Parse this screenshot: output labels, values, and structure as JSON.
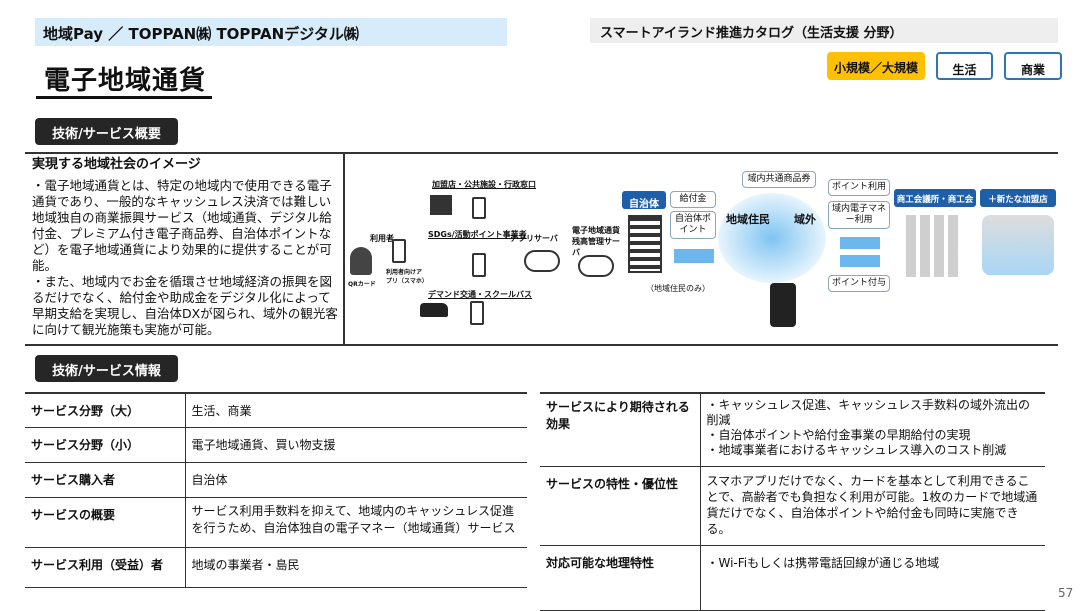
{
  "header": {
    "company": "地域Pay ／ TOPPAN㈱ TOPPANデジタル㈱",
    "catalog": "スマートアイランド推進カタログ（生活支援 分野）",
    "title": "電子地域通貨"
  },
  "tags": {
    "scale": "小規模／大規模",
    "life": "生活",
    "commerce": "商業"
  },
  "badges": {
    "overview": "技術/サービス概要",
    "info": "技術/サービス情報"
  },
  "overview": {
    "heading": "実現する地域社会のイメージ",
    "bullets": [
      "・電子地域通貨とは、特定の地域内で使用できる電子通貨であり、一般的なキャッシュレス決済では難しい地域独自の商業振興サービス（地域通貨、デジタル給付金、プレミアム付き電子商品券、自治体ポイントなど）を電子地域通貨により効果的に提供することが可能。",
      "・また、地域内でお金を循環させ地域経済の振興を図るだけでなく、給付金や助成金をデジタル化によって早期支給を実現し、自治体DXが図られ、域外の観光客に向けて観光施策も実施が可能。"
    ]
  },
  "diagram": {
    "user": "利用者",
    "qr_card": "QRカード",
    "user_app": "利用者向けアプリ（スマホ）",
    "shops": "加盟店・公共施設・行政窓口",
    "sdgs": "SDGs/活動ポイント事業者",
    "demand": "デマンド交通・スクールバス",
    "app_server": "アプリサーバ",
    "balance_server": "電子地域通貨残高管理サーバ",
    "municipality": "自治体",
    "benefit": "給付金",
    "muni_point": "自治体ポイント",
    "residents_only": "（地域住民のみ）",
    "common_voucher": "域内共通商品券",
    "residents": "地域住民",
    "outside": "域外",
    "point_use": "ポイント利用",
    "emoney_use": "域内電子マネー利用",
    "point_grant": "ポイント付与",
    "chamber": "商工会議所・商工会",
    "new_shops": "＋新たな加盟店"
  },
  "left_table": [
    {
      "key": "サービス分野（大）",
      "value": "生活、商業"
    },
    {
      "key": "サービス分野（小）",
      "value": "電子地域通貨、買い物支援"
    },
    {
      "key": "サービス購入者",
      "value": "自治体"
    },
    {
      "key": "サービスの概要",
      "value": "サービス利用手数料を抑えて、地域内のキャッシュレス促進を行うため、自治体独自の電子マネー（地域通貨）サービス"
    },
    {
      "key": "サービス利用（受益）者",
      "value": "地域の事業者・島民"
    }
  ],
  "right_table": [
    {
      "key": "サービスにより期待される効果",
      "value": "・キャッシュレス促進、キャッシュレス手数料の域外流出の削減\n・自治体ポイントや給付金事業の早期給付の実現\n・地域事業者におけるキャッシュレス導入のコスト削減"
    },
    {
      "key": "サービスの特性・優位性",
      "value": "スマホアプリだけでなく、カードを基本として利用できることで、高齢者でも負担なく利用が可能。1枚のカードで地域通貨だけでなく、自治体ポイントや給付金も同時に実施できる。"
    },
    {
      "key": "対応可能な地理特性",
      "value": "・Wi-Fiもしくは携帯電話回線が通じる地域"
    }
  ],
  "page_number": "57"
}
